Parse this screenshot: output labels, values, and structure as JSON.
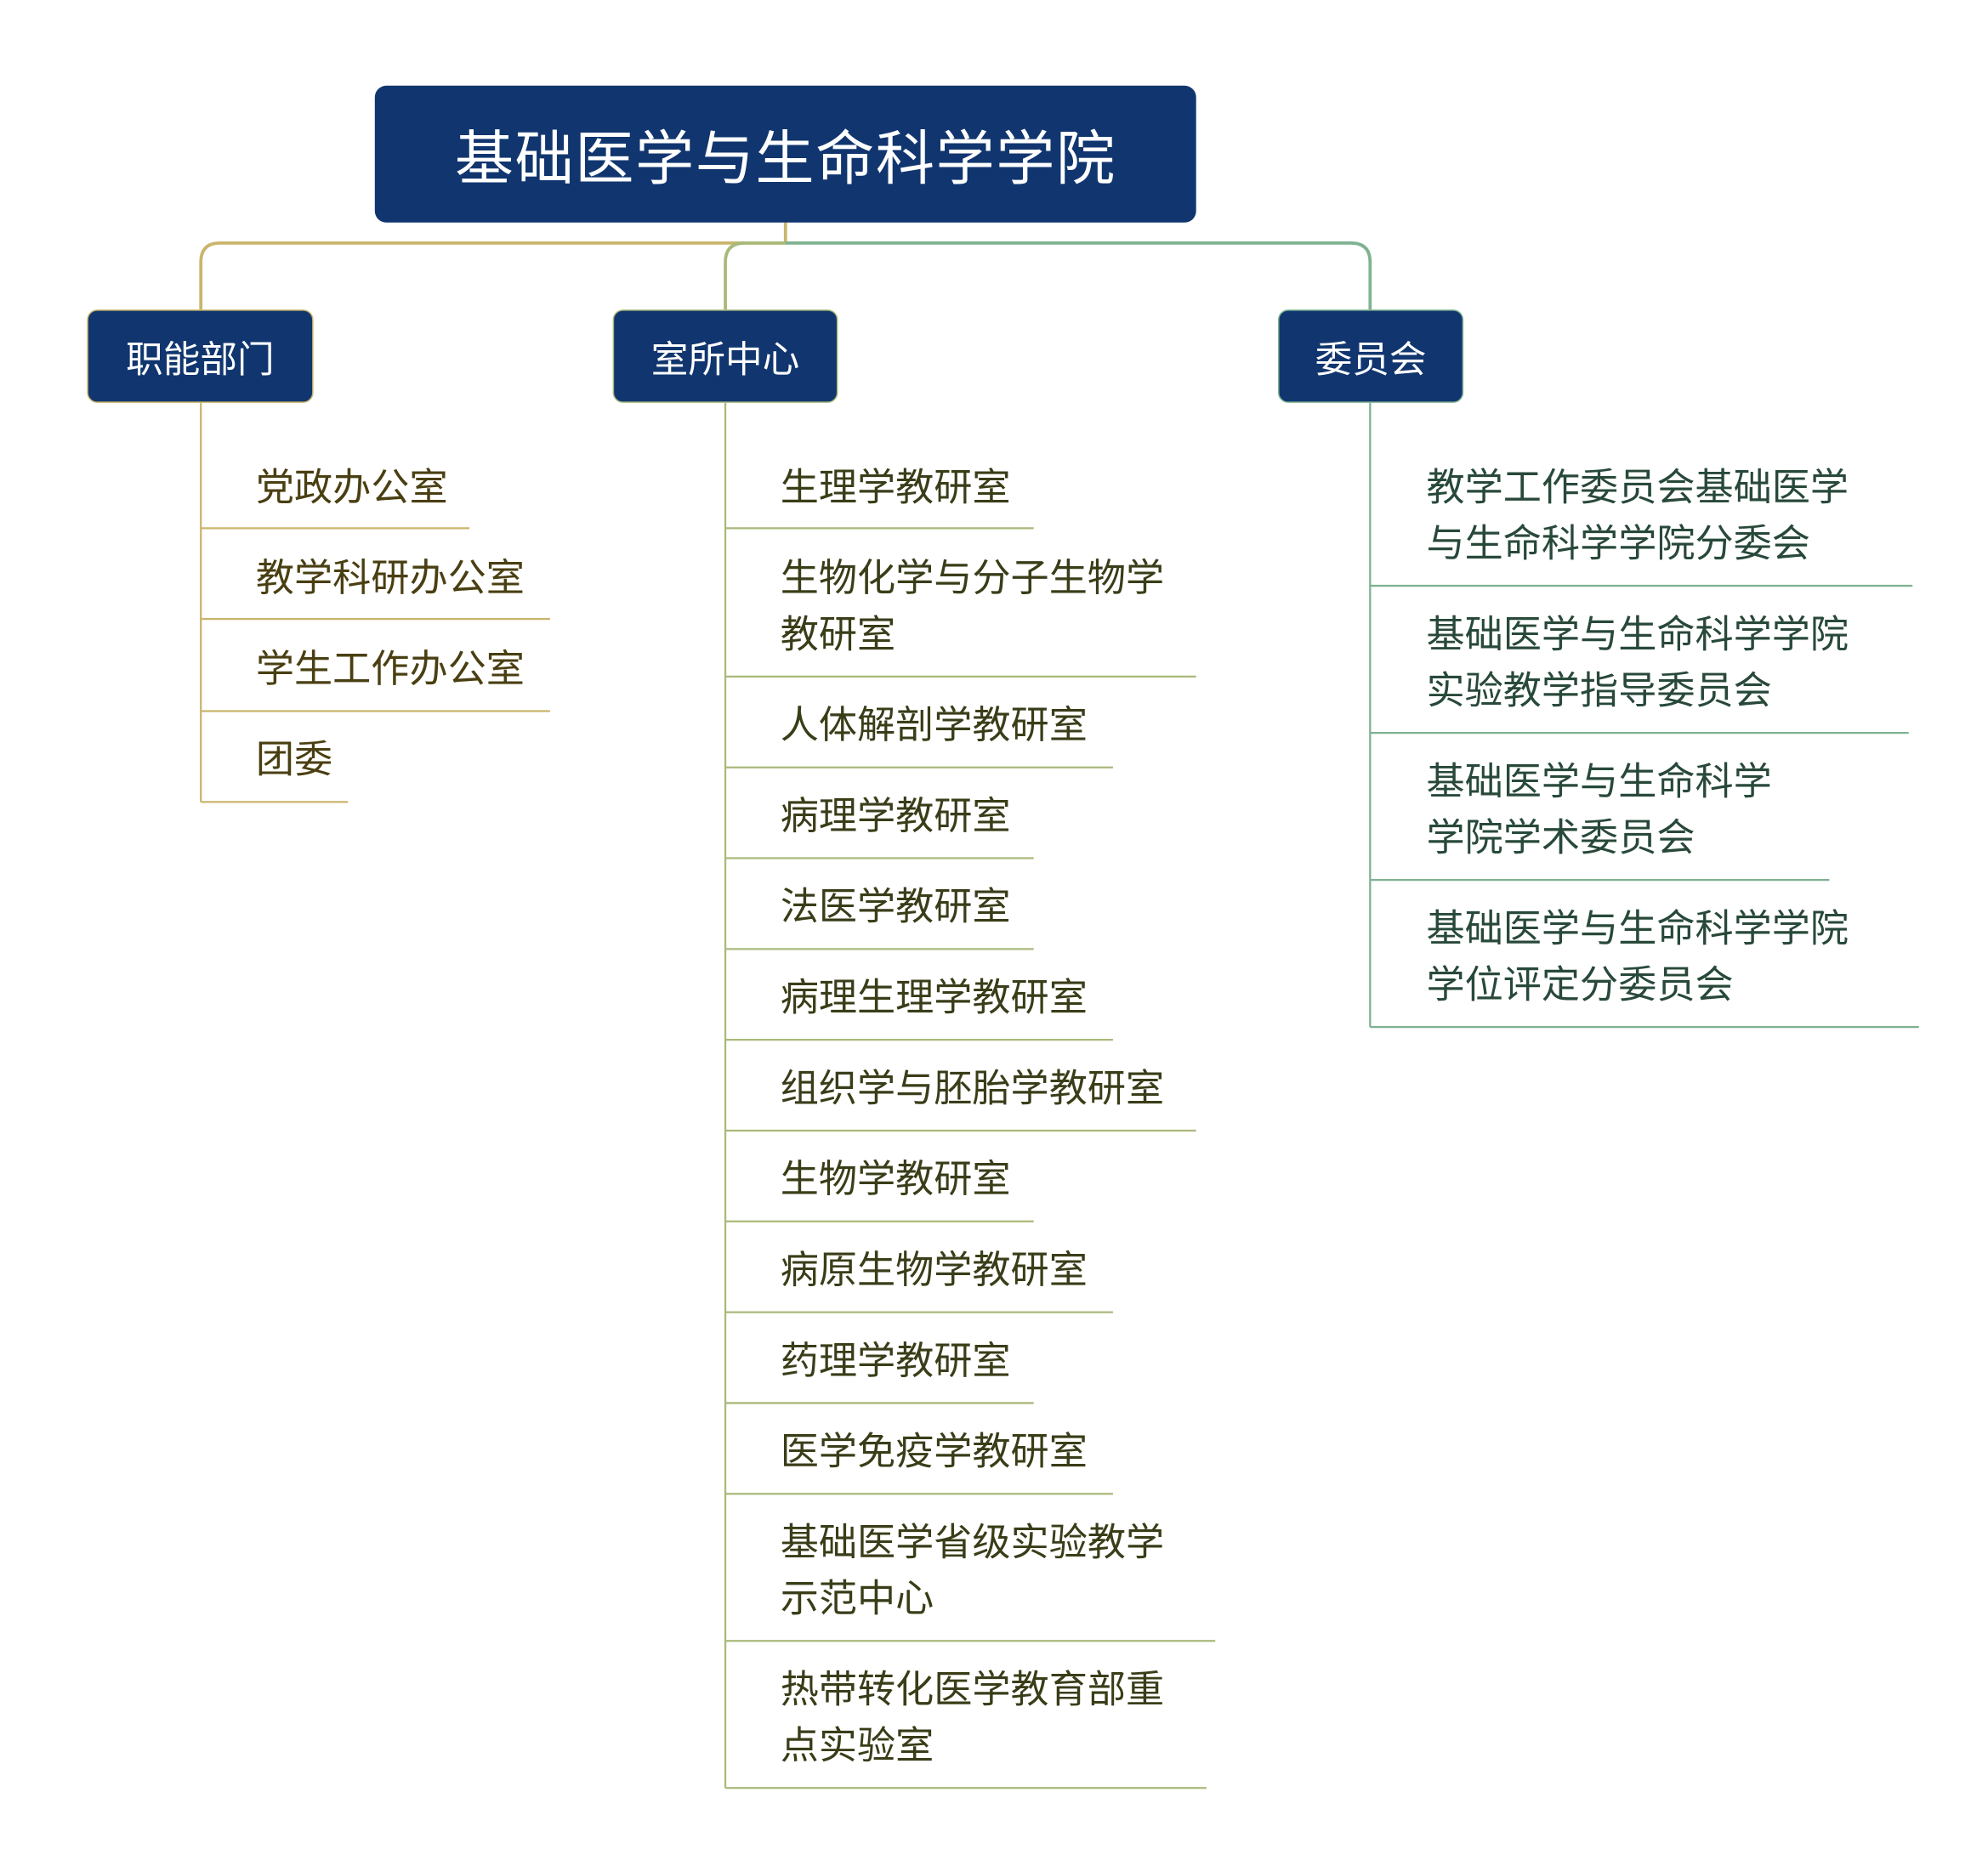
{
  "root": {
    "label": "基础医学与生命科学学院"
  },
  "branches": {
    "functional": {
      "label": "职能部门",
      "items": [
        "党政办公室",
        "教学科研办公室",
        "学生工作办公室",
        "团委"
      ]
    },
    "research": {
      "label": "室所中心",
      "items": [
        {
          "line1": "生理学教研室",
          "line2": ""
        },
        {
          "line1": "生物化学与分子生物学",
          "line2": "教研室"
        },
        {
          "line1": "人体解剖学教研室",
          "line2": ""
        },
        {
          "line1": "病理学教研室",
          "line2": ""
        },
        {
          "line1": "法医学教研室",
          "line2": ""
        },
        {
          "line1": "病理生理学教研室",
          "line2": ""
        },
        {
          "line1": "组织学与胚胎学教研室",
          "line2": ""
        },
        {
          "line1": "生物学教研室",
          "line2": ""
        },
        {
          "line1": "病原生物学教研室",
          "line2": ""
        },
        {
          "line1": "药理学教研室",
          "line2": ""
        },
        {
          "line1": "医学免疫学教研室",
          "line2": ""
        },
        {
          "line1": "基础医学省级实验教学",
          "line2": "示范中心"
        },
        {
          "line1": "热带转化医学教育部重",
          "line2": "点实验室"
        }
      ]
    },
    "committee": {
      "label": "委员会",
      "items": [
        {
          "line1": "教学工作委员会基础医学",
          "line2": "与生命科学学院分委会"
        },
        {
          "line1": "基础医学与生命科学学院",
          "line2": "实验教学指导委员会"
        },
        {
          "line1": "基础医学与生命科学",
          "line2": "学院学术委员会"
        },
        {
          "line1": "基础医学与生命科学学院",
          "line2": "学位评定分委员会"
        }
      ]
    }
  },
  "colors": {
    "node_fill": "#11366f",
    "functional_line": "#c9b56c",
    "research_line": "#a9b97a",
    "committee_line": "#7fb291"
  }
}
